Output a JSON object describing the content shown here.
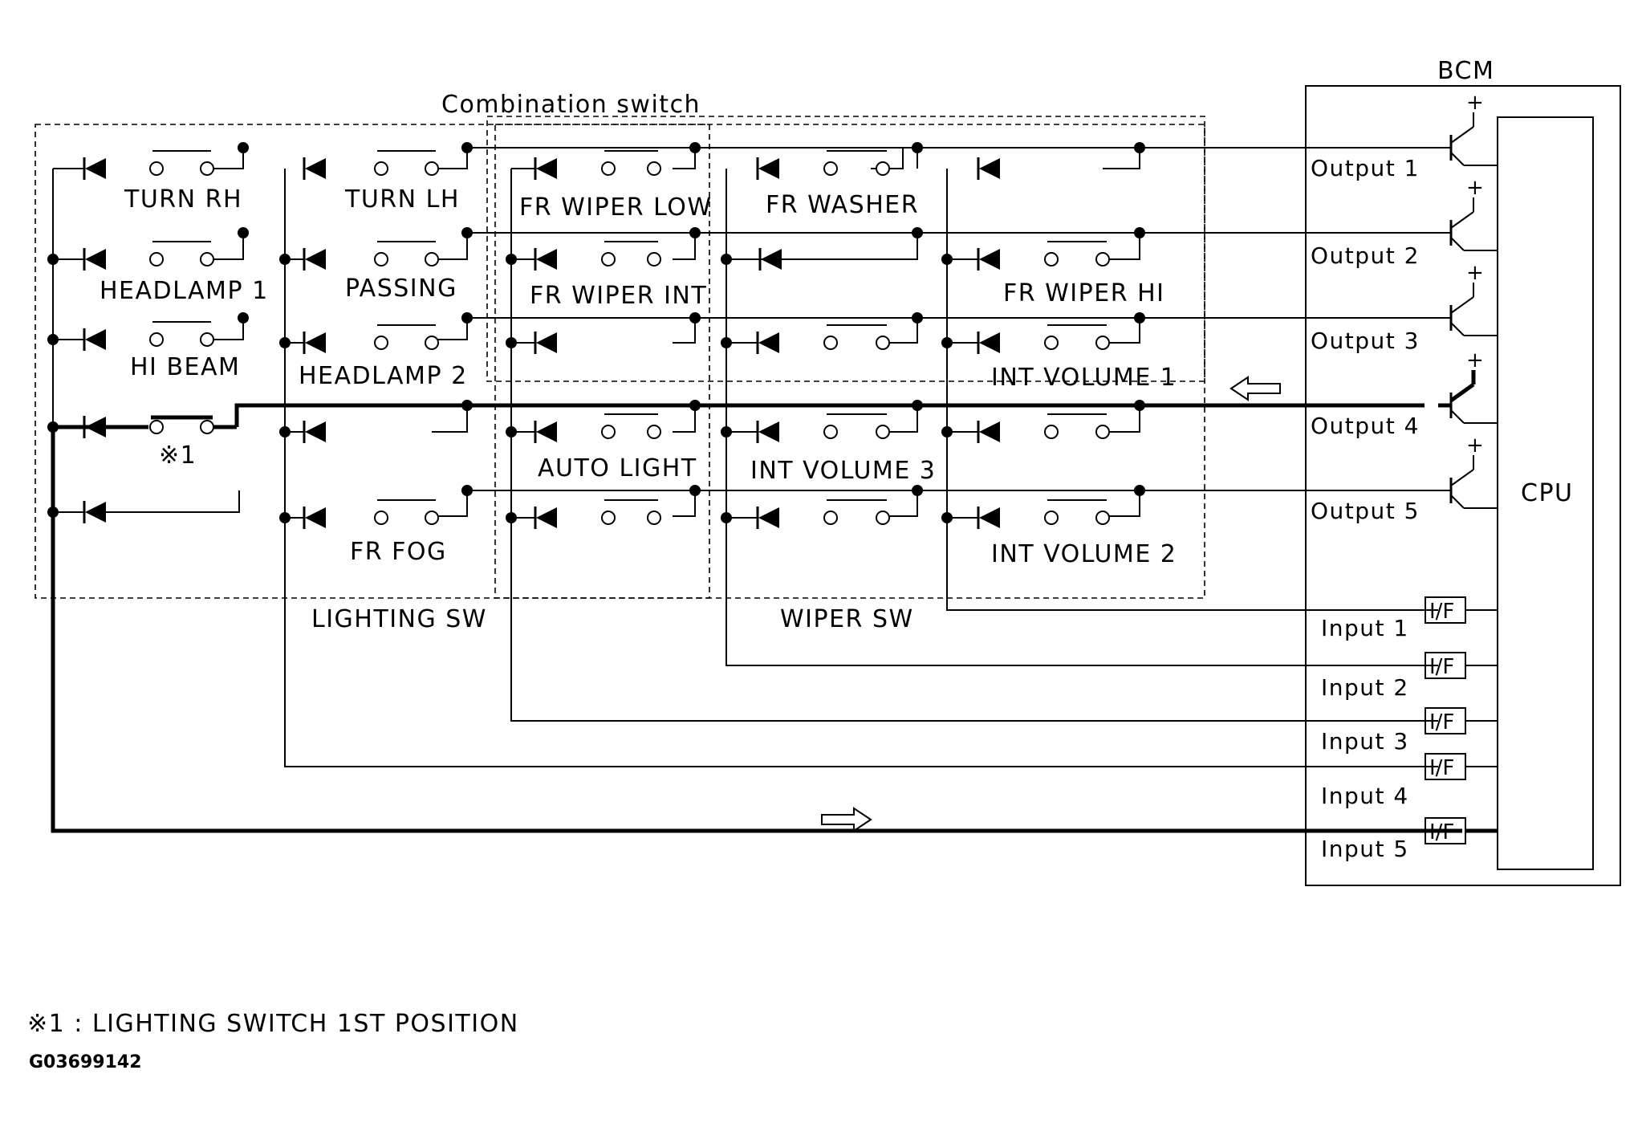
{
  "labels": {
    "combination_switch": "Combination switch",
    "bcm": "BCM",
    "cpu": "CPU",
    "lighting_sw": "LIGHTING SW",
    "wiper_sw": "WIPER SW",
    "note_marker": "※1",
    "footnote": "※1 : LIGHTING SWITCH 1ST POSITION",
    "figure_code": "G03699142"
  },
  "switches": {
    "turn_rh": "TURN RH",
    "turn_lh": "TURN LH",
    "headlamp_1": "HEADLAMP 1",
    "passing": "PASSING",
    "hi_beam": "HI BEAM",
    "headlamp_2": "HEADLAMP 2",
    "fr_fog": "FR FOG",
    "fr_wiper_low": "FR WIPER LOW",
    "fr_washer": "FR WASHER",
    "fr_wiper_int": "FR WIPER INT",
    "fr_wiper_hi": "FR WIPER HI",
    "int_volume_1": "INT VOLUME 1",
    "auto_light": "AUTO LIGHT",
    "int_volume_3": "INT VOLUME 3",
    "int_volume_2": "INT VOLUME 2"
  },
  "outputs": [
    "Output 1",
    "Output 2",
    "Output 3",
    "Output 4",
    "Output 5"
  ],
  "inputs": [
    "Input 1",
    "Input 2",
    "Input 3",
    "Input 4",
    "Input 5"
  ],
  "interface_label": "I/F",
  "supply_symbol": "+",
  "active_path": {
    "output": "Output 4",
    "input": "Input 5"
  }
}
